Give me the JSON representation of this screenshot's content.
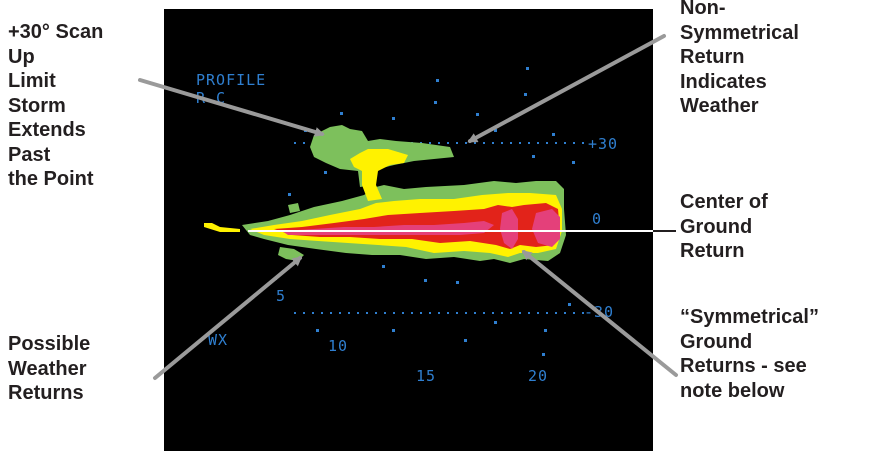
{
  "callouts": {
    "scan_limit": "+30° Scan\nUp\nLimit\nStorm\nExtends\nPast\nthe Point",
    "non_symmetrical": "Non-\nSymmetrical\nReturn\nIndicates\nWeather",
    "center_ground": "Center of\nGround\nReturn",
    "possible_weather": "Possible\nWeather\nReturns",
    "symmetrical": "“Symmetrical”\nGround\nReturns - see\nnote below"
  },
  "display": {
    "mode_label": "PROFILE",
    "sub_label": "R C",
    "wx_label": "WX",
    "elevation_labels": [
      "+30",
      "0",
      "-30"
    ],
    "range_labels": [
      "5",
      "10",
      "15",
      "20"
    ]
  },
  "colors": {
    "background": "#000000",
    "screen_text": "#2f7fd0",
    "return_green": "#7dc05c",
    "return_yellow": "#fff200",
    "return_red": "#e2231a",
    "return_magenta": "#e4407a",
    "leader_line": "#9a9a9a"
  }
}
